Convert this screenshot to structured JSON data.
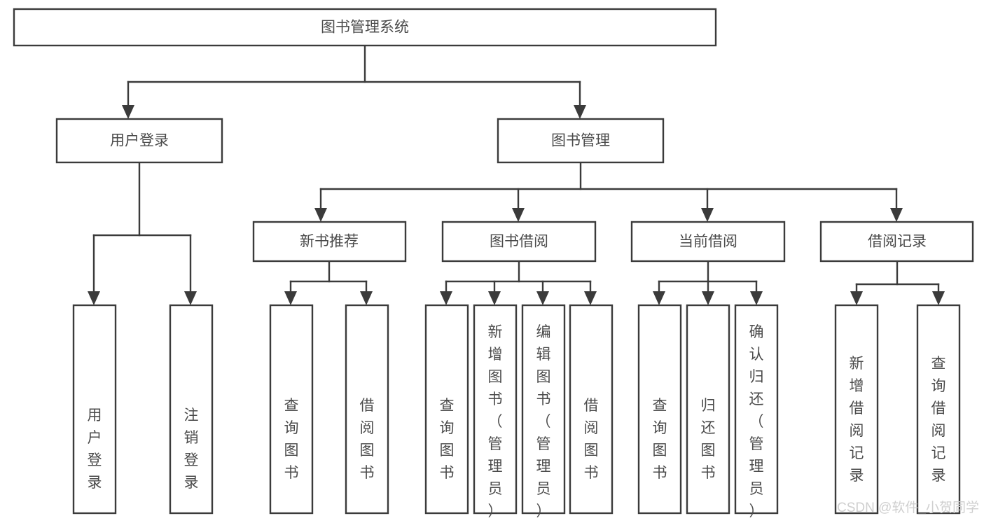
{
  "diagram": {
    "type": "tree-hierarchy",
    "title": "图书管理系统",
    "orientation": "top-down",
    "colors": {
      "background": "#ffffff",
      "box_stroke": "#3b3b3b",
      "box_fill": "#ffffff",
      "text": "#4a4a4a",
      "connector": "#3b3b3b",
      "watermark": "#cfcfcf"
    },
    "nodes": {
      "root": {
        "label": "图书管理系统",
        "orientation": "horizontal"
      },
      "level2": [
        {
          "id": "user-login",
          "label": "用户登录",
          "orientation": "horizontal"
        },
        {
          "id": "book-manage",
          "label": "图书管理",
          "orientation": "horizontal"
        }
      ],
      "level3": [
        {
          "id": "new-book-recommend",
          "label": "新书推荐",
          "orientation": "horizontal"
        },
        {
          "id": "book-borrow",
          "label": "图书借阅",
          "orientation": "horizontal"
        },
        {
          "id": "current-borrow",
          "label": "当前借阅",
          "orientation": "horizontal"
        },
        {
          "id": "borrow-record",
          "label": "借阅记录",
          "orientation": "horizontal"
        }
      ],
      "leaves": [
        {
          "id": "leaf-user-login",
          "parent": "user-login",
          "label": "用户登录",
          "orientation": "vertical"
        },
        {
          "id": "leaf-user-logout",
          "parent": "user-login",
          "label": "注销登录",
          "orientation": "vertical"
        },
        {
          "id": "leaf-query-book-1",
          "parent": "new-book-recommend",
          "label": "查询图书",
          "orientation": "vertical"
        },
        {
          "id": "leaf-borrow-book-1",
          "parent": "new-book-recommend",
          "label": "借阅图书",
          "orientation": "vertical"
        },
        {
          "id": "leaf-query-book-2",
          "parent": "book-borrow",
          "label": "查询图书",
          "orientation": "vertical"
        },
        {
          "id": "leaf-add-book",
          "parent": "book-borrow",
          "label": "新增图书（管理员）",
          "orientation": "vertical"
        },
        {
          "id": "leaf-edit-book",
          "parent": "book-borrow",
          "label": "编辑图书（管理员）",
          "orientation": "vertical"
        },
        {
          "id": "leaf-borrow-book-2",
          "parent": "book-borrow",
          "label": "借阅图书",
          "orientation": "vertical"
        },
        {
          "id": "leaf-query-book-3",
          "parent": "current-borrow",
          "label": "查询图书",
          "orientation": "vertical"
        },
        {
          "id": "leaf-return-book",
          "parent": "current-borrow",
          "label": "归还图书",
          "orientation": "vertical"
        },
        {
          "id": "leaf-confirm-return",
          "parent": "current-borrow",
          "label": "确认归还（管理员）",
          "orientation": "vertical"
        },
        {
          "id": "leaf-add-record",
          "parent": "borrow-record",
          "label": "新增借阅记录",
          "orientation": "vertical"
        },
        {
          "id": "leaf-query-record",
          "parent": "borrow-record",
          "label": "查询借阅记录",
          "orientation": "vertical"
        }
      ]
    },
    "watermark": "CSDN @软件_小贺同学"
  }
}
